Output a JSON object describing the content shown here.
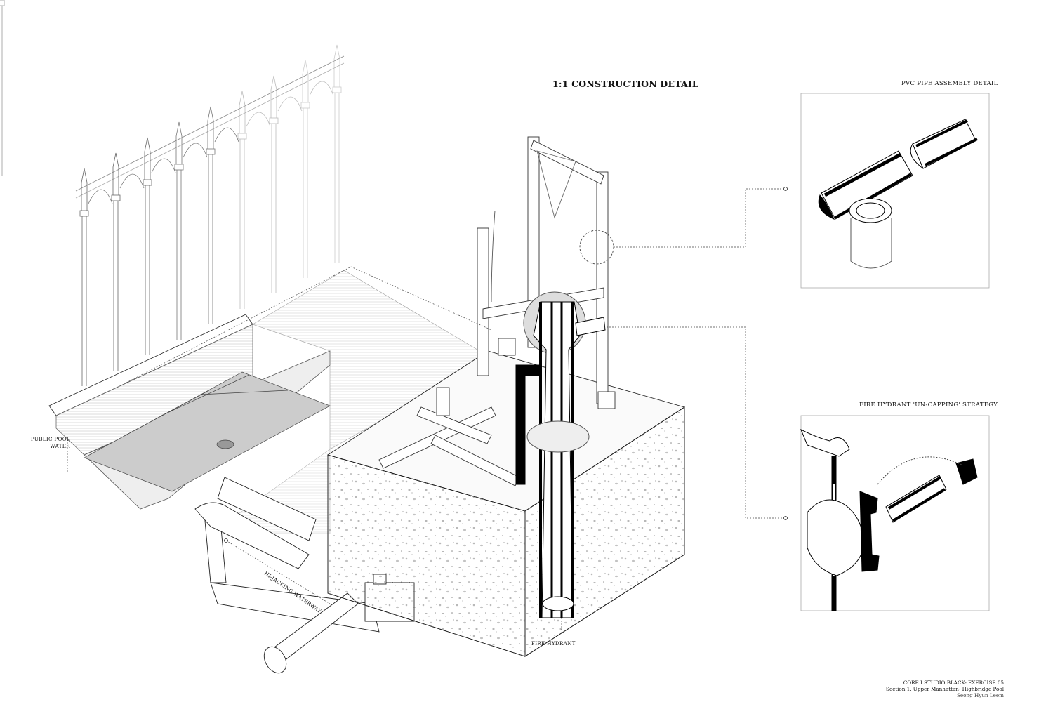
{
  "sheet": {
    "title": "1:1 CONSTRUCTION DETAIL",
    "detail_top_title": "PVC PIPE ASSEMBLY DETAIL",
    "detail_bottom_title": "FIRE HYDRANT 'UN-CAPPING' STRATEGY"
  },
  "labels": {
    "pool_water_line1": "PUBLIC POOL",
    "pool_water_line2": "WATER",
    "fire_hydrant": "FIRE HYDRANT",
    "waterway": "HI-JACKING WATERWAY"
  },
  "credits": {
    "line1": "CORE I STUDIO BLACK- EXERCISE 05",
    "line2": "Section 1. Upper Manhattan- Highbridge Pool",
    "line3": "Seong Hyun Leem"
  }
}
